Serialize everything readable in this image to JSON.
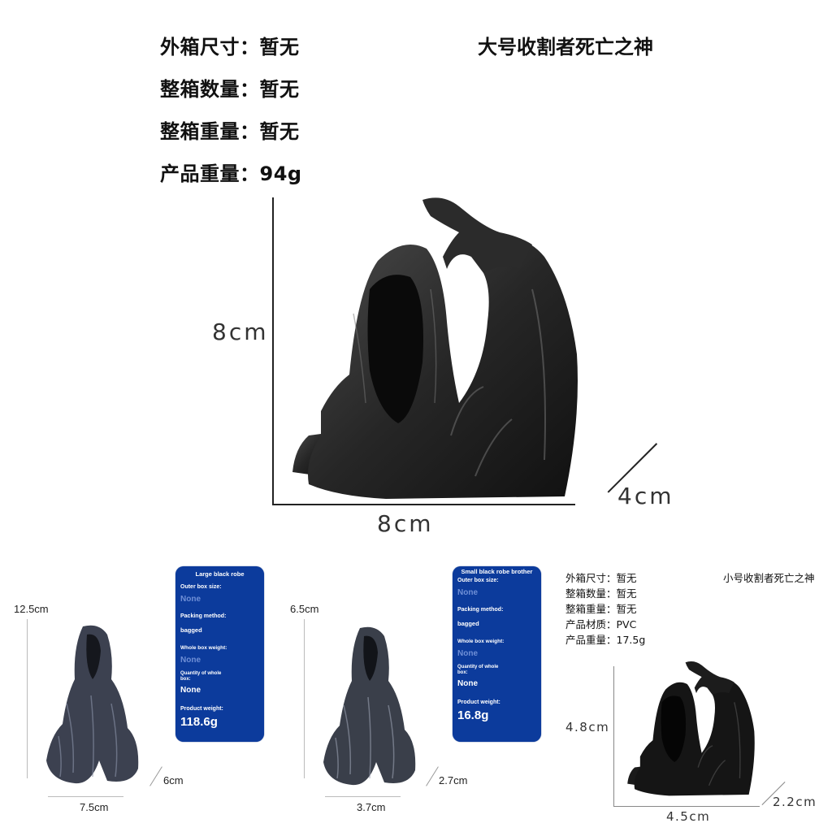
{
  "top": {
    "title": "大号收割者死亡之神",
    "specs": [
      {
        "label": "外箱尺寸：",
        "value": "暂无"
      },
      {
        "label": "整箱数量：",
        "value": "暂无"
      },
      {
        "label": "整箱重量：",
        "value": "暂无"
      },
      {
        "label": "产品重量：",
        "value": "94g"
      }
    ],
    "dimensions": {
      "height": "8cm",
      "width": "8cm",
      "depth": "4cm"
    }
  },
  "large_robe": {
    "dimensions": {
      "height": "12.5cm",
      "width": "7.5cm",
      "depth": "6cm"
    },
    "card": {
      "title": "Large black robe",
      "outer_box_label": "Outer box size:",
      "outer_box_value": "None",
      "packing_label": "Packing method:",
      "packing_value": "bagged",
      "whole_weight_label": "Whole box weight:",
      "whole_weight_value": "None",
      "quantity_label": "Quantity of whole box:",
      "quantity_value": "None",
      "product_weight_label": "Product weight:",
      "product_weight_value": "118.6g"
    }
  },
  "small_robe": {
    "dimensions": {
      "height": "6.5cm",
      "width": "3.7cm",
      "depth": "2.7cm"
    },
    "card": {
      "title": "Small black robe brother",
      "outer_box_label": "Outer box size:",
      "outer_box_value": "None",
      "packing_label": "Packing method:",
      "packing_value": "bagged",
      "whole_weight_label": "Whole box weight:",
      "whole_weight_value": "None",
      "quantity_label": "Quantity of whole box:",
      "quantity_value": "None",
      "product_weight_label": "Product weight:",
      "product_weight_value": "16.8g"
    }
  },
  "small_reaper": {
    "title": "小号收割者死亡之神",
    "specs": [
      {
        "label": "外箱尺寸：",
        "value": "暂无"
      },
      {
        "label": "整箱数量：",
        "value": "暂无"
      },
      {
        "label": "整箱重量：",
        "value": "暂无"
      },
      {
        "label": "产品材质：",
        "value": "PVC"
      },
      {
        "label": "产品重量：",
        "value": "17.5g"
      }
    ],
    "dimensions": {
      "height": "4.8cm",
      "width": "4.5cm",
      "depth": "2.2cm"
    }
  },
  "colors": {
    "card_blue": "#0c3b9c",
    "card_dim_text": "#6f8fd6",
    "figure_dark": "#1e1e1e"
  }
}
